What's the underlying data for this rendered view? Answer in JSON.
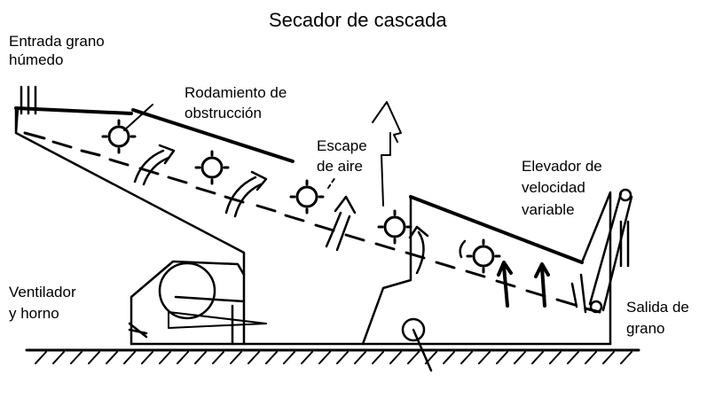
{
  "diagram": {
    "title": "Secador de cascada",
    "labels": {
      "inlet_line1": "Entrada grano",
      "inlet_line2": "húmedo",
      "roller_line1": "Rodamiento de",
      "roller_line2": "obstrucción",
      "exhaust_line1": "Escape",
      "exhaust_line2": "de aire",
      "elevator_line1": "Elevador de",
      "elevator_line2": "velocidad",
      "elevator_line3": "variable",
      "fan_line1": "Ventilador",
      "fan_line2": "y horno",
      "outlet_line1": "Salida de",
      "outlet_line2": "grano"
    }
  }
}
